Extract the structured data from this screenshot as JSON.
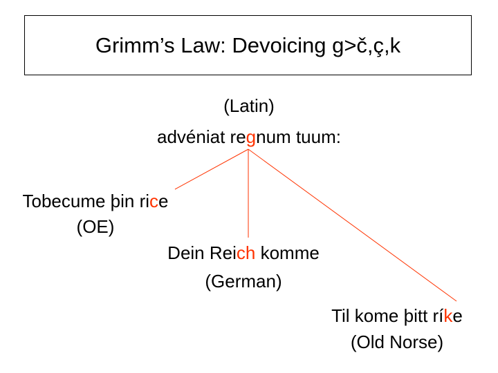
{
  "title": "Grimm’s Law: Devoicing g>č,ç,k",
  "colors": {
    "highlight": "#ff3300",
    "text": "#000000",
    "line": "#ff3300"
  },
  "source": {
    "language": "(Latin)",
    "phrase_pre": "advéniat re",
    "phrase_hl": "g",
    "phrase_post": "num tuum:"
  },
  "branches": [
    {
      "text_pre": "Tobecume þin ri",
      "text_hl": "c",
      "text_post": "e",
      "language": "(OE)"
    },
    {
      "text_pre": "Dein Rei",
      "text_hl": "ch",
      "text_post": " komme",
      "language": "(German)"
    },
    {
      "text_pre": "Til kome þitt rí",
      "text_hl": "k",
      "text_post": "e",
      "language": "(Old Norse)"
    }
  ]
}
